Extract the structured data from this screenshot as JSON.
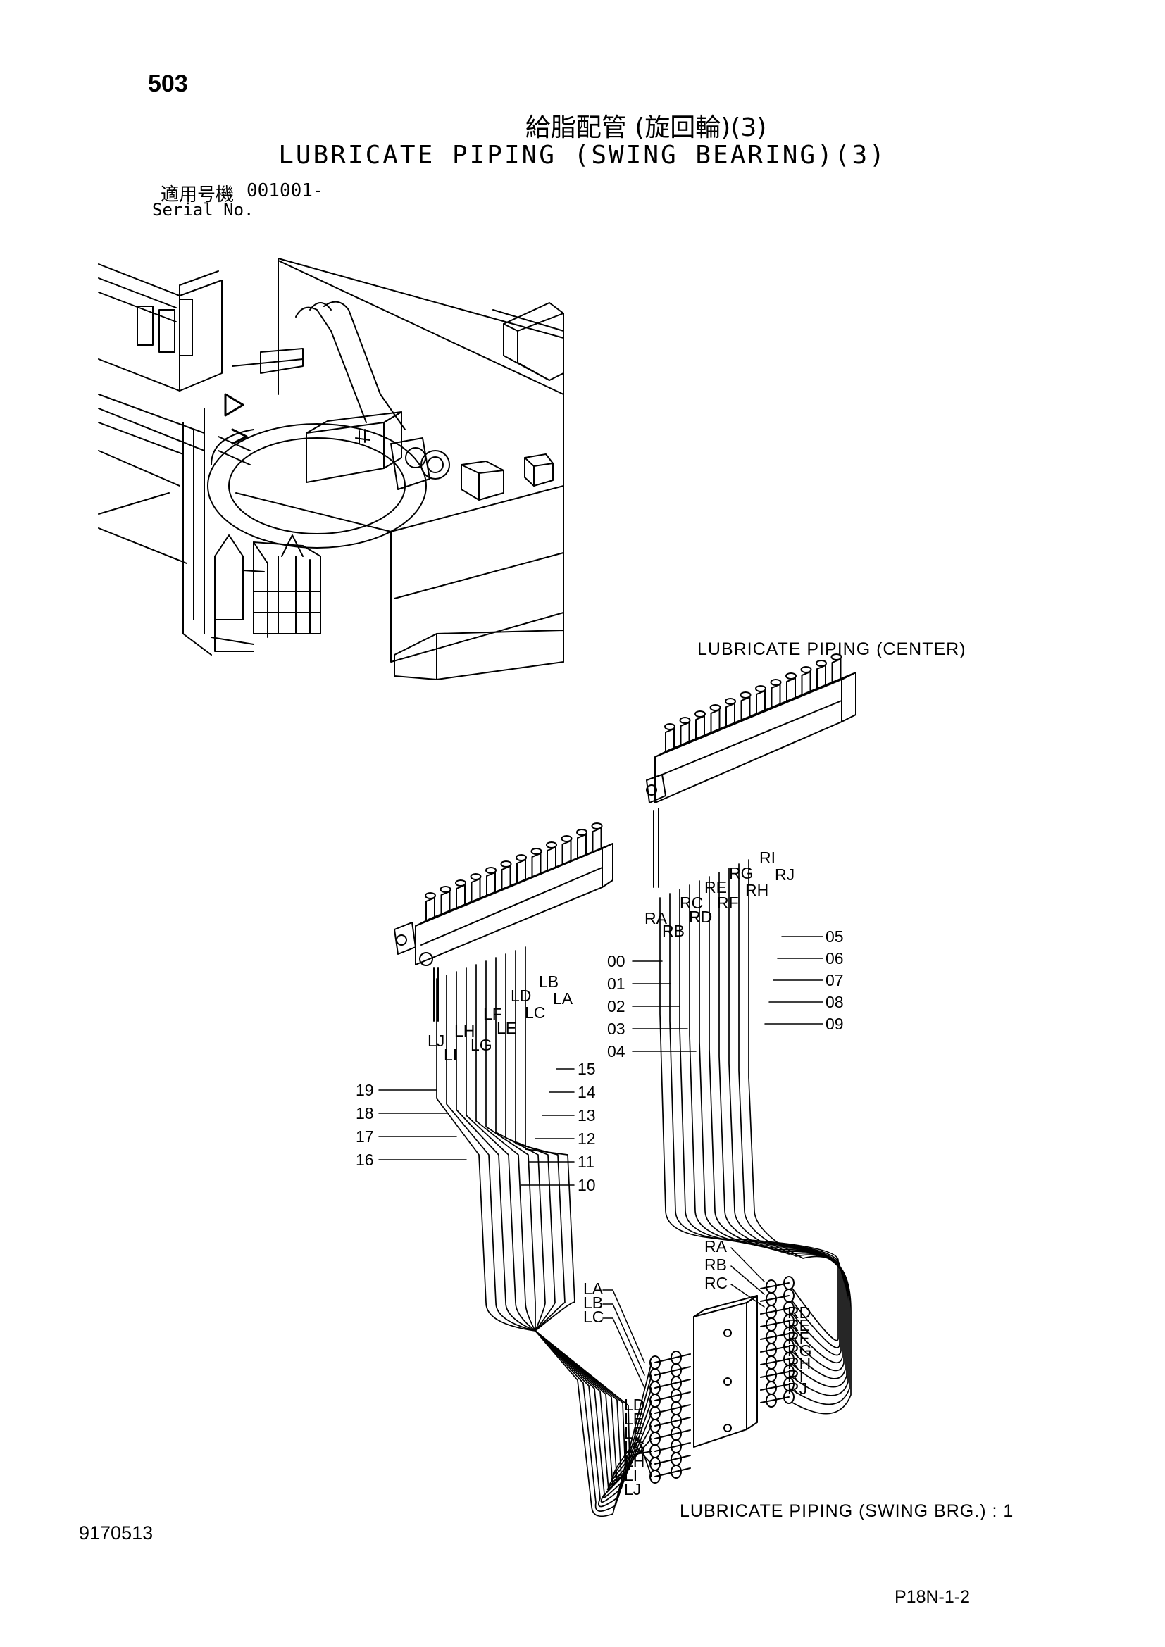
{
  "header": {
    "page_number": "503",
    "title_jp": "給脂配管 (旋回輪)(3)",
    "title_en": "LUBRICATE PIPING (SWING BEARING)(3)",
    "serial_jp": "適用号機",
    "serial_value": "001001-",
    "serial_en": "Serial No."
  },
  "labels": {
    "center": "LUBRICATE PIPING (CENTER)",
    "swing": "LUBRICATE PIPING (SWING BRG.) : 1"
  },
  "footer": {
    "doc_code": "9170513",
    "page_code": "P18N-1-2"
  },
  "callouts": {
    "right_left": [
      "00",
      "01",
      "02",
      "03",
      "04"
    ],
    "right_right": [
      "05",
      "06",
      "07",
      "08",
      "09"
    ],
    "left_left": [
      "19",
      "18",
      "17",
      "16"
    ],
    "left_right": [
      "15",
      "14",
      "13",
      "12",
      "11",
      "10"
    ]
  },
  "port_labels": {
    "center_block": [
      "RA",
      "RB",
      "RC",
      "RD",
      "RE",
      "RF",
      "RG",
      "RH",
      "RI",
      "RJ"
    ],
    "left_block": [
      "LJ",
      "LI",
      "LH",
      "LG",
      "LF",
      "LE",
      "LD",
      "LC",
      "LB",
      "LA"
    ],
    "swing_right": [
      "RA",
      "RB",
      "RC",
      "RD",
      "RE",
      "RF",
      "RG",
      "RH",
      "RI",
      "RJ"
    ],
    "swing_left": [
      "LA",
      "LB",
      "LC",
      "LD",
      "LE",
      "LF",
      "LG",
      "LH",
      "LI",
      "LJ"
    ]
  }
}
